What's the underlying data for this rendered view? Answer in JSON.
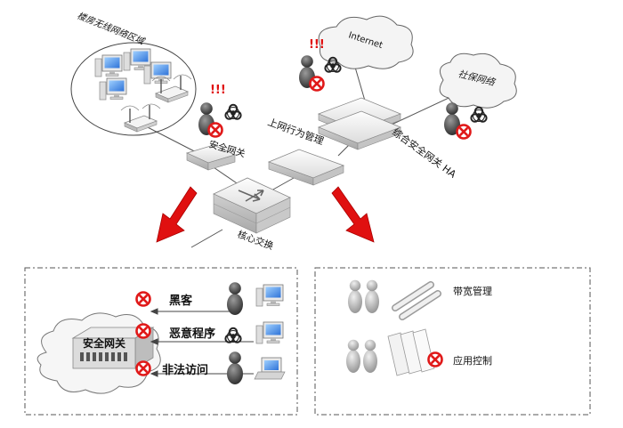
{
  "labels": {
    "wireless_zone": "楼房无线网络区域",
    "internet": "Internet",
    "social_network": "社保网络",
    "security_gateway_top": "安全网关",
    "behavior_mgmt": "上网行为管理",
    "utm_ha": "综合安全网关 HA",
    "core_switch": "核心交换",
    "security_gateway_box": "安全网关",
    "hacker": "黑客",
    "malware": "恶意程序",
    "illegal_access": "非法访问",
    "bandwidth_mgmt": "带宽管理",
    "app_control": "应用控制",
    "alert_mark": "!!!"
  },
  "colors": {
    "arrow_red": "#e01010",
    "forbid_red": "#e01818",
    "device_grey": "#d8d8d8",
    "dashed_border": "#555555"
  }
}
